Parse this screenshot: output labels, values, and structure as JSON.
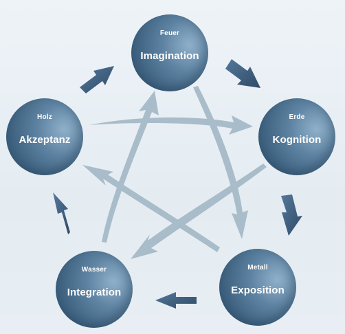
{
  "nodes": {
    "feuer": {
      "sub": "Feuer",
      "main": "Imagination"
    },
    "erde": {
      "sub": "Erde",
      "main": "Kognition"
    },
    "metall": {
      "sub": "Metall",
      "main": "Exposition"
    },
    "wasser": {
      "sub": "Wasser",
      "main": "Integration"
    },
    "holz": {
      "sub": "Holz",
      "main": "Akzeptanz"
    }
  },
  "colors": {
    "background": "#e8eef3",
    "node_dark": "#2f4f6b",
    "node_light": "#8fb0c9",
    "cycle_arrow": "#3d5c78",
    "star_arrow": "#a9bcca"
  }
}
